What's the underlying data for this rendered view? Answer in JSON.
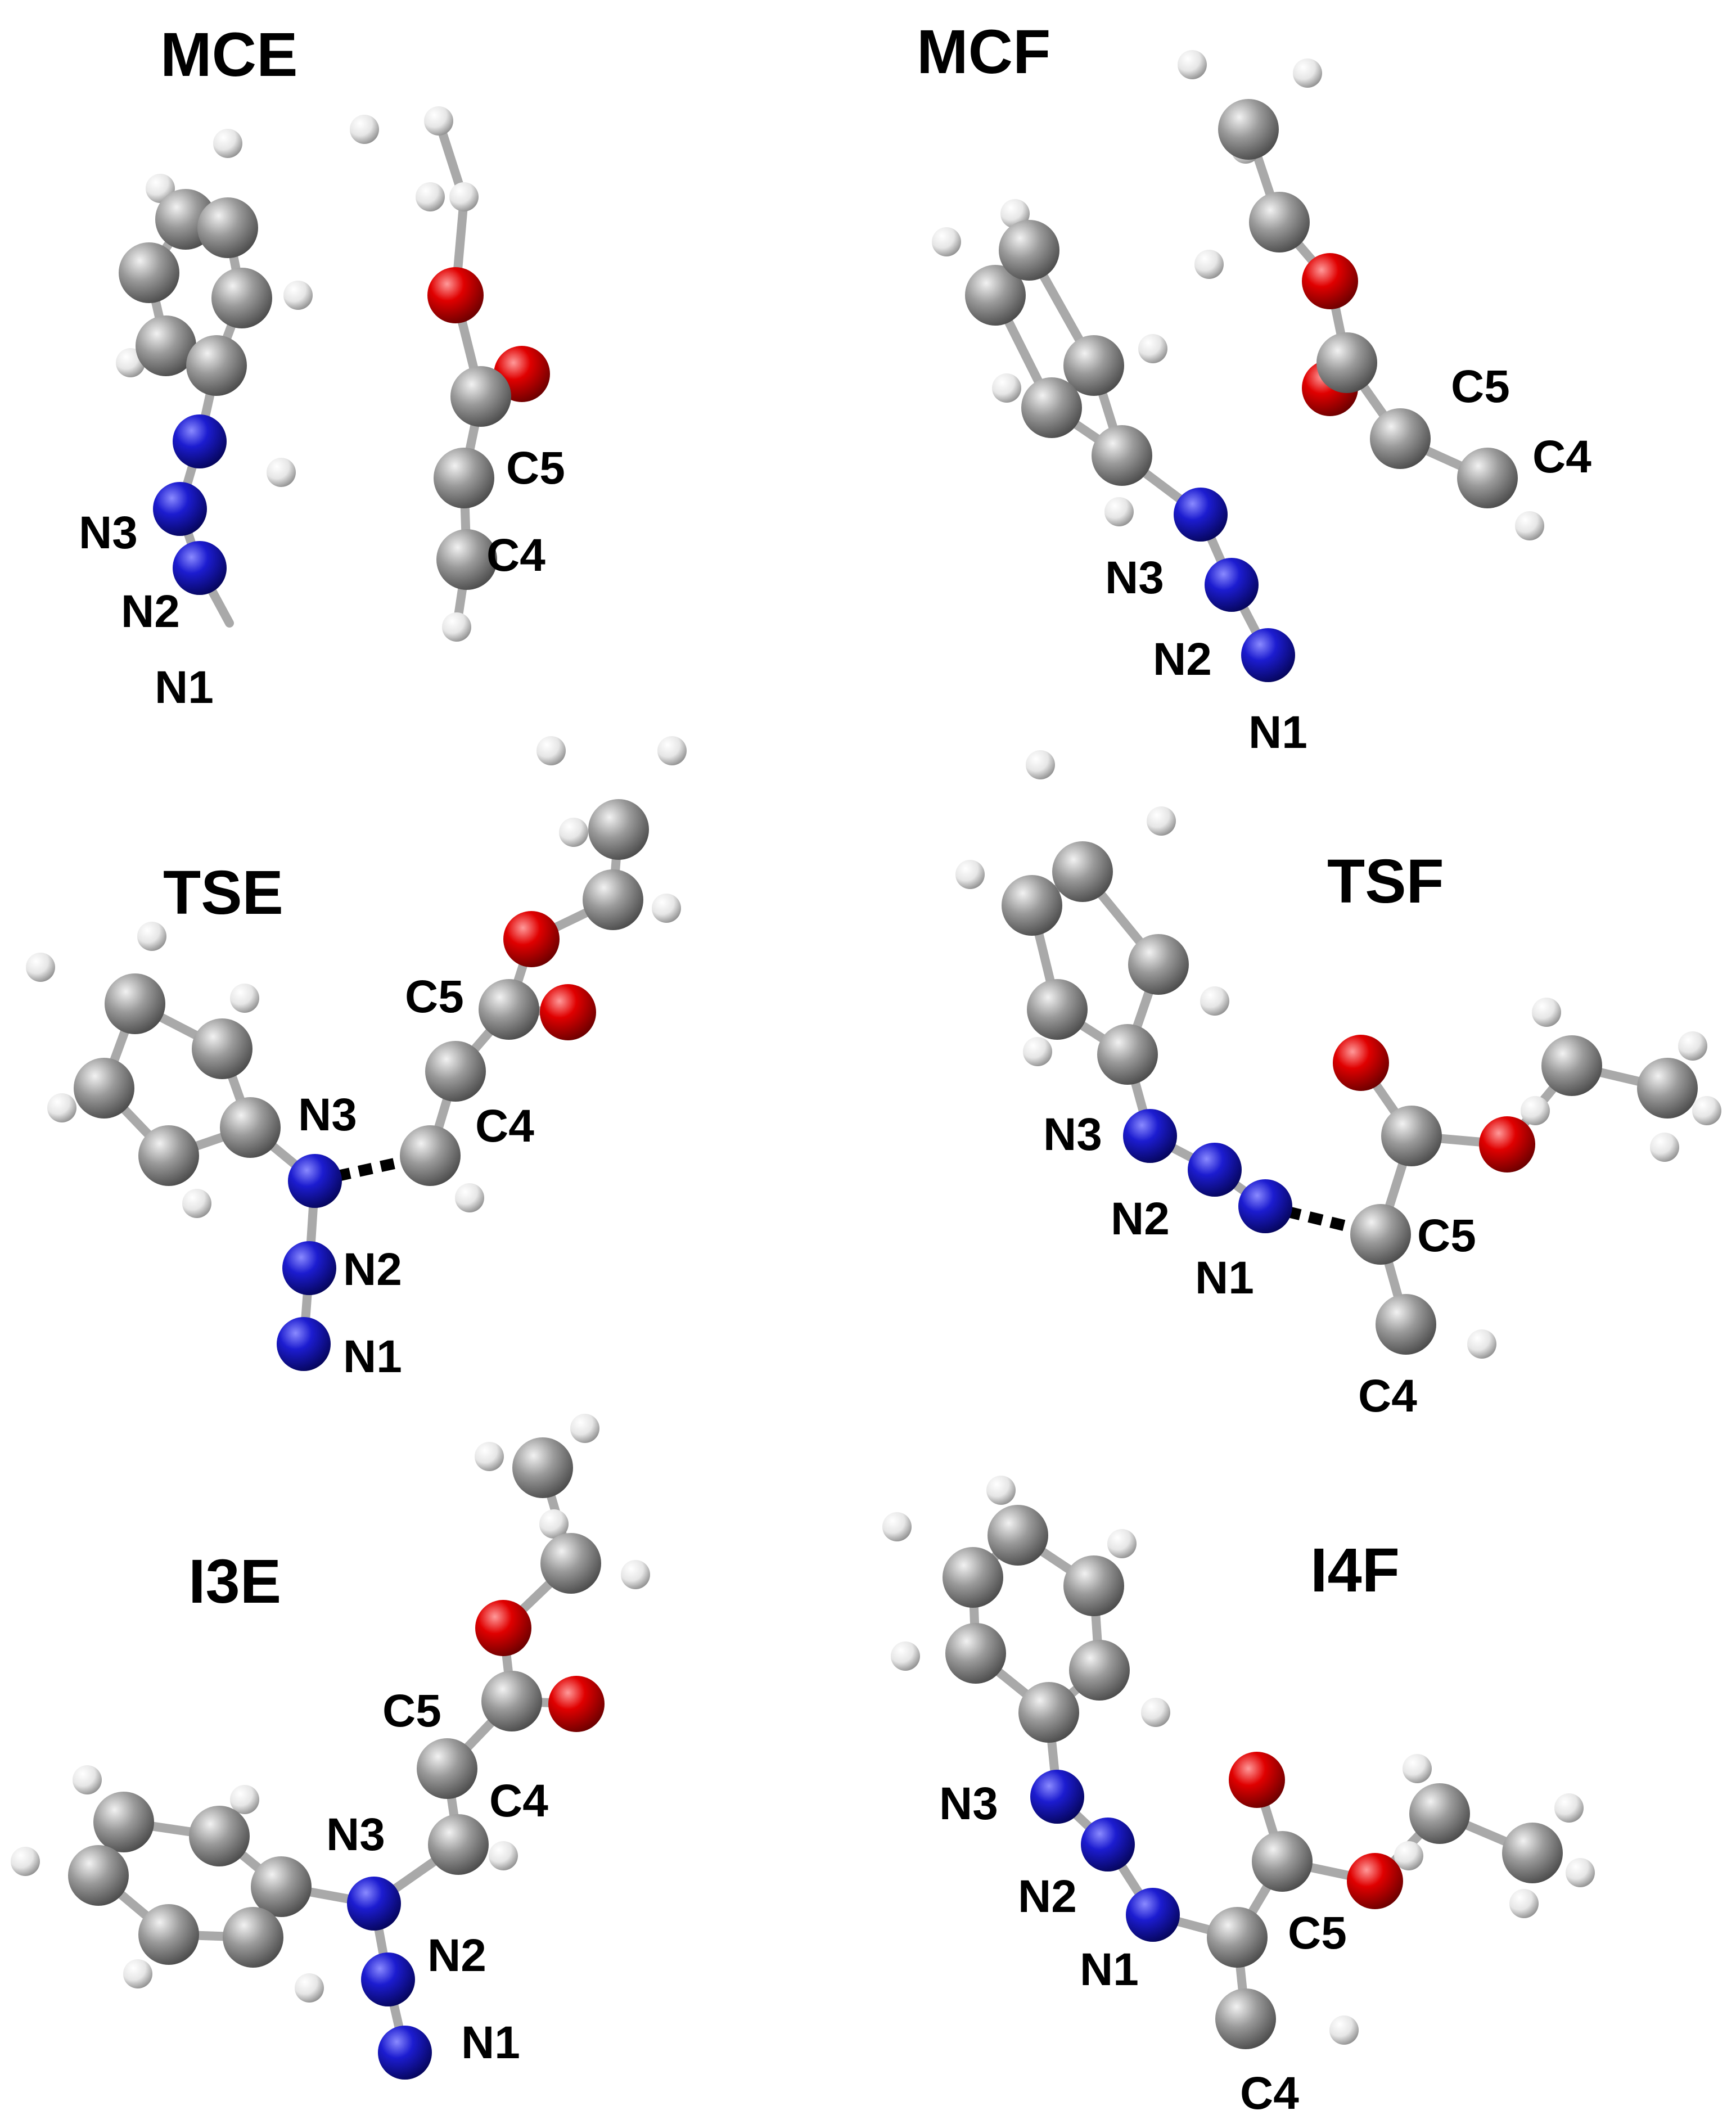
{
  "colors": {
    "carbon": "#8c8c8c",
    "hydrogen": "#e3e3e3",
    "oxygen": "#e00000",
    "nitrogen": "#1c1cd0",
    "bond": "#a9a9a9",
    "background": "#ffffff"
  },
  "panels": [
    {
      "id": "mce",
      "title": "MCE",
      "labels": {
        "n1": "N1",
        "n2": "N2",
        "n3": "N3",
        "c4": "C4",
        "c5": "C5"
      }
    },
    {
      "id": "mcf",
      "title": "MCF",
      "labels": {
        "n1": "N1",
        "n2": "N2",
        "n3": "N3",
        "c4": "C4",
        "c5": "C5"
      }
    },
    {
      "id": "tse",
      "title": "TSE",
      "labels": {
        "n1": "N1",
        "n2": "N2",
        "n3": "N3",
        "c4": "C4",
        "c5": "C5"
      }
    },
    {
      "id": "tsf",
      "title": "TSF",
      "labels": {
        "n1": "N1",
        "n2": "N2",
        "n3": "N3",
        "c4": "C4",
        "c5": "C5"
      }
    },
    {
      "id": "i3e",
      "title": "I3E",
      "labels": {
        "n1": "N1",
        "n2": "N2",
        "n3": "N3",
        "c4": "C4",
        "c5": "C5"
      }
    },
    {
      "id": "i4f",
      "title": "I4F",
      "labels": {
        "n1": "N1",
        "n2": "N2",
        "n3": "N3",
        "c4": "C4",
        "c5": "C5"
      }
    }
  ]
}
